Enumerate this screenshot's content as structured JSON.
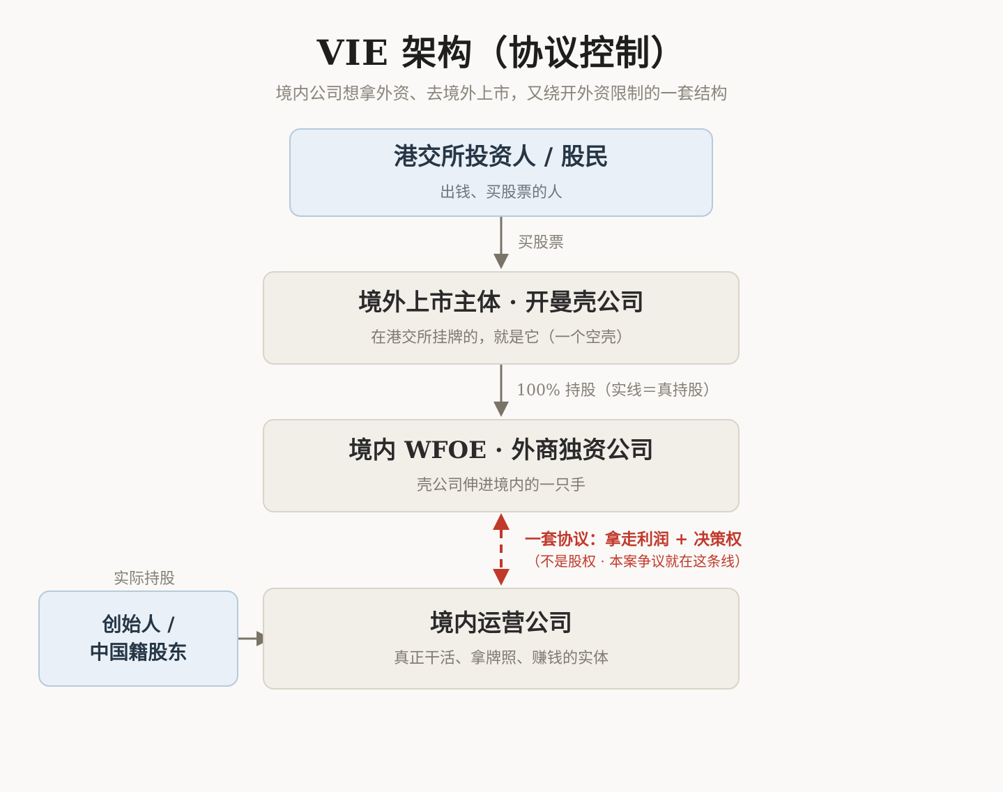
{
  "title": "VIE 架构（协议控制）",
  "subtitle": "境内公司想拿外资、去境外上市，又绕开外资限制的一套结构",
  "nodes": {
    "investors": {
      "title": "港交所投资人 / 股民",
      "sub": "出钱、买股票的人"
    },
    "offshore": {
      "title": "境外上市主体 · 开曼壳公司",
      "sub": "在港交所挂牌的，就是它（一个空壳）"
    },
    "wfoe": {
      "title": "境内 WFOE · 外商独资公司",
      "sub": "壳公司伸进境内的一只手"
    },
    "opco": {
      "title": "境内运营公司",
      "sub": "真正干活、拿牌照、赚钱的实体"
    },
    "founder": {
      "line1": "创始人 /",
      "line2": "中国籍股东"
    }
  },
  "edges": {
    "buy_shares": "买股票",
    "full_ownership": "100% 持股（实线＝真持股）",
    "agreement": "一套协议：拿走利润 + 决策权",
    "agreement_note": "（不是股权 · 本案争议就在这条线）",
    "actual_holding": "实际持股"
  },
  "colors": {
    "solid_arrow": "#7a7368",
    "agreement_arrow": "#c0392b",
    "blue_box_fill": "#e9f0f7",
    "beige_box_fill": "#f2efe9"
  }
}
